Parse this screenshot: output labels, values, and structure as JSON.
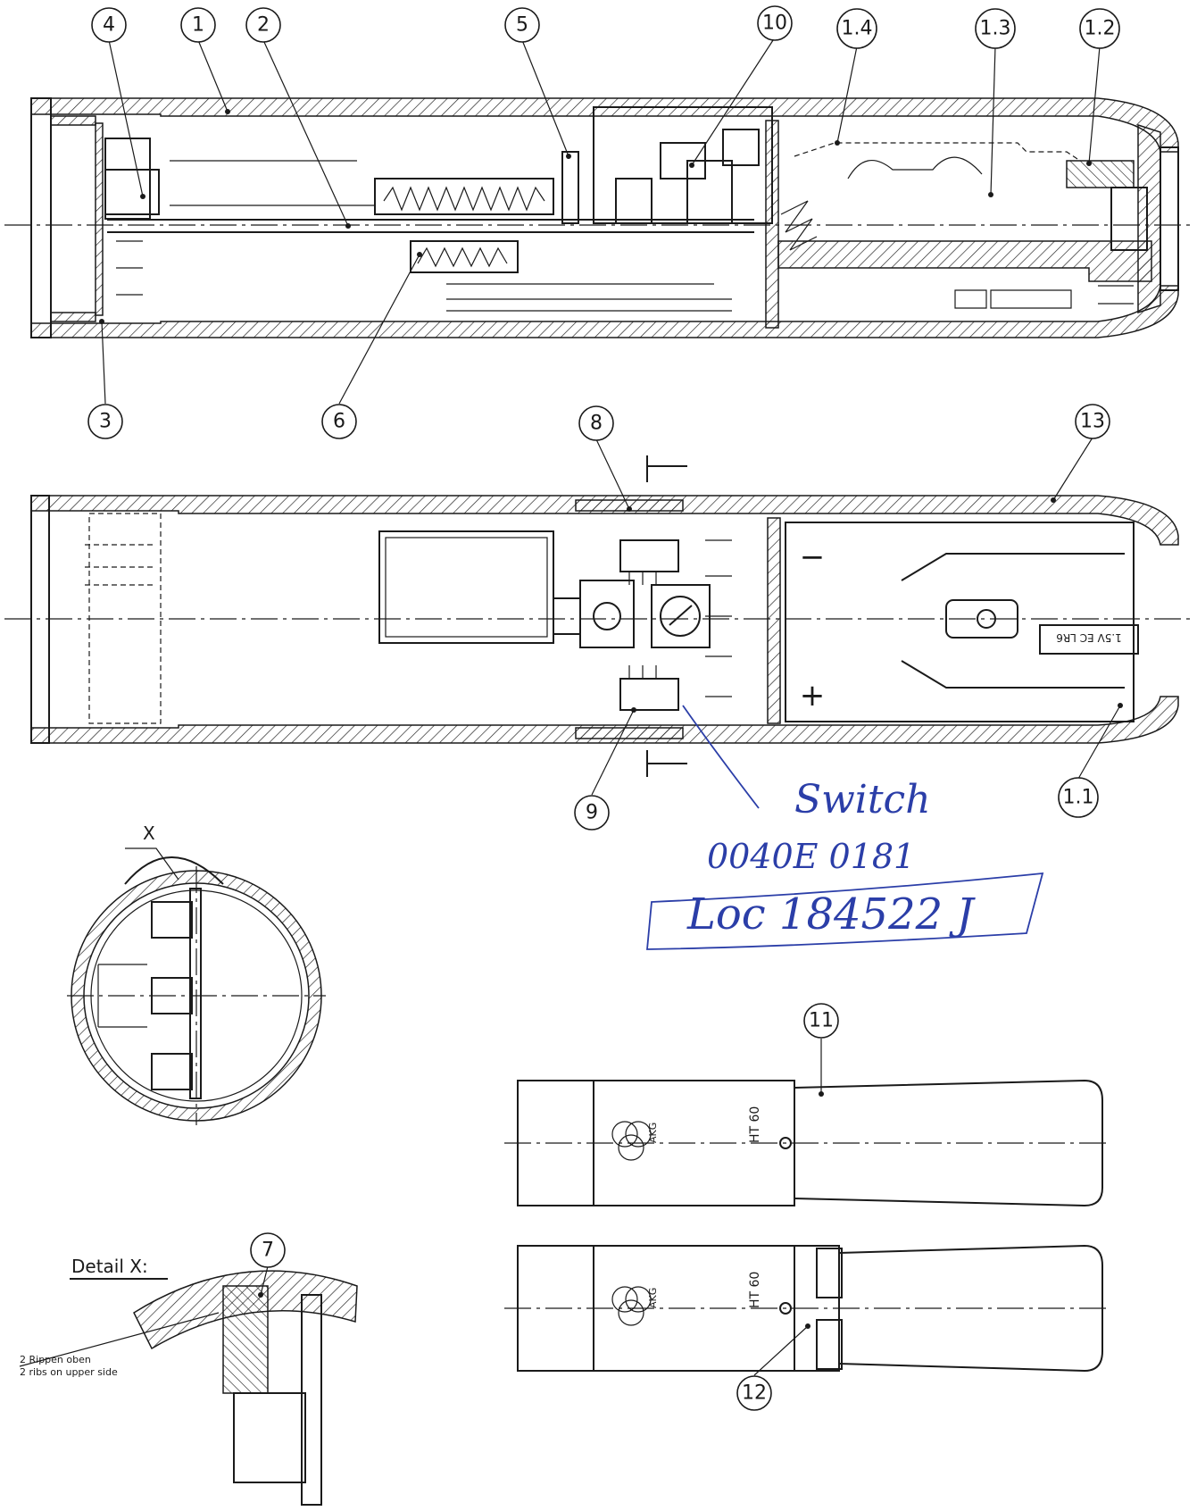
{
  "balloons": {
    "b1": "1",
    "b2": "2",
    "b3": "3",
    "b4": "4",
    "b5": "5",
    "b6": "6",
    "b7": "7",
    "b8": "8",
    "b9": "9",
    "b10": "10",
    "b11": "11",
    "b12": "12",
    "b13": "13",
    "b11a": "1.1",
    "b12a": "1.2",
    "b13a": "1.3",
    "b14a": "1.4"
  },
  "views": {
    "section_x_label": "X",
    "detail_title": "Detail  X:",
    "rib_note_de": "2 Rippen oben",
    "rib_note_en": "2 ribs on upper side",
    "battery_marking": "1.5V EC LR6",
    "minus_sign": "−",
    "plus_sign": "+"
  },
  "side_views": {
    "brand_label": "AKG",
    "model_label": "HT 60"
  },
  "handwritten": {
    "line1": "Switch",
    "line2": "0040E 0181",
    "line3": "Loc 184522 J"
  },
  "colors": {
    "ink": "#1a1a1a",
    "pen": "#2b3ea8",
    "paper": "#ffffff"
  }
}
